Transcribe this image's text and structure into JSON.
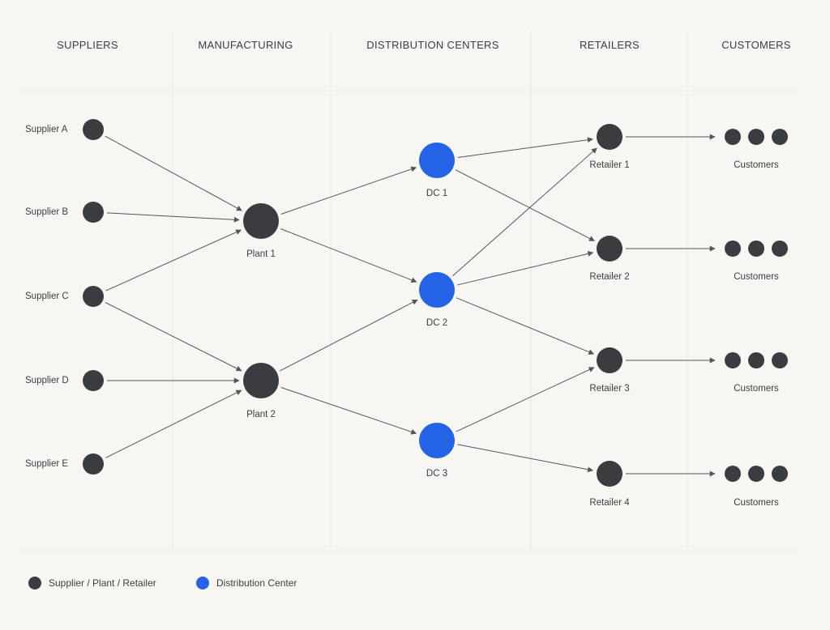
{
  "columns": {
    "suppliers": "SUPPLIERS",
    "manufacturing": "MANUFACTURING",
    "distribution_centers": "DISTRIBUTION CENTERS",
    "retailers": "RETAILERS",
    "customers": "CUSTOMERS"
  },
  "suppliers": [
    "Supplier A",
    "Supplier B",
    "Supplier C",
    "Supplier D",
    "Supplier E"
  ],
  "plants": [
    "Plant 1",
    "Plant 2"
  ],
  "distribution_centers": [
    "DC 1",
    "DC 2",
    "DC 3"
  ],
  "retailers": [
    "Retailer 1",
    "Retailer 2",
    "Retailer 3",
    "Retailer 4"
  ],
  "customers": [
    "Customers",
    "Customers",
    "Customers",
    "Customers"
  ],
  "edges": [
    [
      "Supplier A",
      "Plant 1"
    ],
    [
      "Supplier B",
      "Plant 1"
    ],
    [
      "Supplier C",
      "Plant 1"
    ],
    [
      "Supplier C",
      "Plant 2"
    ],
    [
      "Supplier D",
      "Plant 2"
    ],
    [
      "Supplier E",
      "Plant 2"
    ],
    [
      "Plant 1",
      "DC 1"
    ],
    [
      "Plant 1",
      "DC 2"
    ],
    [
      "Plant 2",
      "DC 2"
    ],
    [
      "Plant 2",
      "DC 3"
    ],
    [
      "DC 1",
      "Retailer 1"
    ],
    [
      "DC 1",
      "Retailer 2"
    ],
    [
      "DC 2",
      "Retailer 1"
    ],
    [
      "DC 2",
      "Retailer 2"
    ],
    [
      "DC 2",
      "Retailer 3"
    ],
    [
      "DC 3",
      "Retailer 3"
    ],
    [
      "DC 3",
      "Retailer 4"
    ],
    [
      "Retailer 1",
      "Customers 1"
    ],
    [
      "Retailer 2",
      "Customers 2"
    ],
    [
      "Retailer 3",
      "Customers 3"
    ],
    [
      "Retailer 4",
      "Customers 4"
    ]
  ],
  "legend": {
    "standard_label": "Supplier / Plant / Retailer",
    "dc_label": "Distribution Center"
  },
  "colors": {
    "node": "#3b3c40",
    "distribution_center": "#2563e6",
    "edge": "#55565a",
    "background": "#f7f6f3",
    "grid": "#e9e7e2"
  }
}
